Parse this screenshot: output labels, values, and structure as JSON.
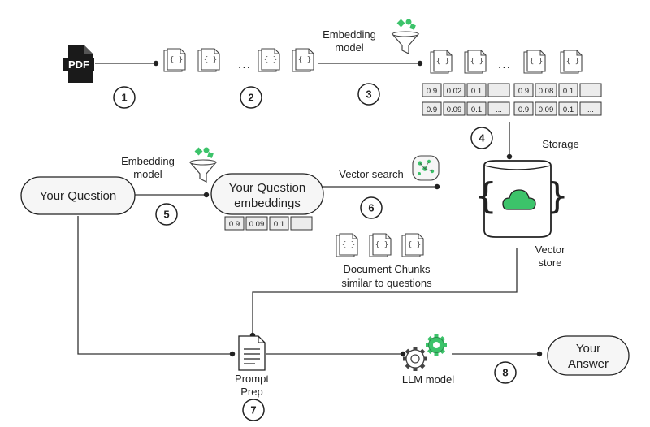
{
  "source_doc": {
    "icon": "pdf-file-icon",
    "label": "PDF"
  },
  "ellipsis": "…",
  "doc_icon_text": "{ }",
  "embedding_model_top": {
    "line1": "Embedding",
    "line2": "model",
    "icon": "funnel-icon"
  },
  "embedding_model_mid": {
    "line1": "Embedding",
    "line2": "model",
    "icon": "funnel-icon"
  },
  "vector_rows": [
    [
      "0.9",
      "0.02",
      "0.1",
      "..."
    ],
    [
      "0.9",
      "0.09",
      "0.1",
      "..."
    ],
    [
      "0.9",
      "0.08",
      "0.1",
      "..."
    ],
    [
      "0.9",
      "0.09",
      "0.1",
      "..."
    ]
  ],
  "question_vector": [
    "0.9",
    "0.09",
    "0.1",
    "..."
  ],
  "storage_label": "Storage",
  "vector_store": {
    "line1": "Vector",
    "line2": "store",
    "icon": "cloud-icon"
  },
  "your_question": "Your Question",
  "question_embeddings": {
    "line1": "Your Question",
    "line2": "embeddings"
  },
  "vector_search": {
    "label": "Vector search",
    "icon": "vector-search-icon"
  },
  "doc_chunks": {
    "line1": "Document Chunks",
    "line2": "similar to questions"
  },
  "prompt_prep": {
    "line1": "Prompt",
    "line2": "Prep",
    "icon": "document-lines-icon"
  },
  "llm_model": {
    "label": "LLM model",
    "icon": "gears-icon"
  },
  "your_answer": {
    "line1": "Your",
    "line2": "Answer"
  },
  "steps": [
    "1",
    "2",
    "3",
    "4",
    "5",
    "6",
    "7",
    "8"
  ],
  "colors": {
    "accent_green": "#3cc36a",
    "line": "#333333",
    "cell_bg": "#ececec",
    "pill_bg": "#f6f6f6"
  }
}
